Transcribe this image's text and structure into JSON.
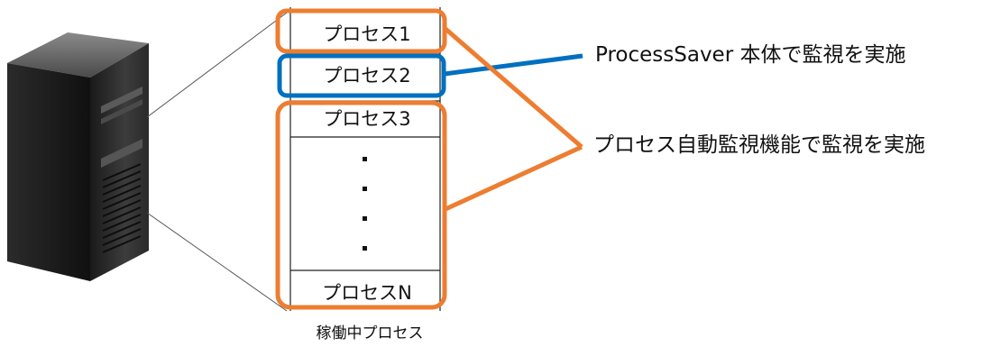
{
  "processes": {
    "p1": "プロセス1",
    "p2": "プロセス2",
    "p3": "プロセス3",
    "pn": "プロセスN",
    "caption": "稼働中プロセス"
  },
  "callouts": {
    "blue": "ProcessSaver 本体で監視を実施",
    "orange": "プロセス自動監視機能で監視を実施"
  },
  "colors": {
    "orange": "#ED7D31",
    "blue": "#0070C0",
    "server_dark": "#1c1c1c",
    "server_mid": "#3a3a3a",
    "line": "#555555"
  }
}
